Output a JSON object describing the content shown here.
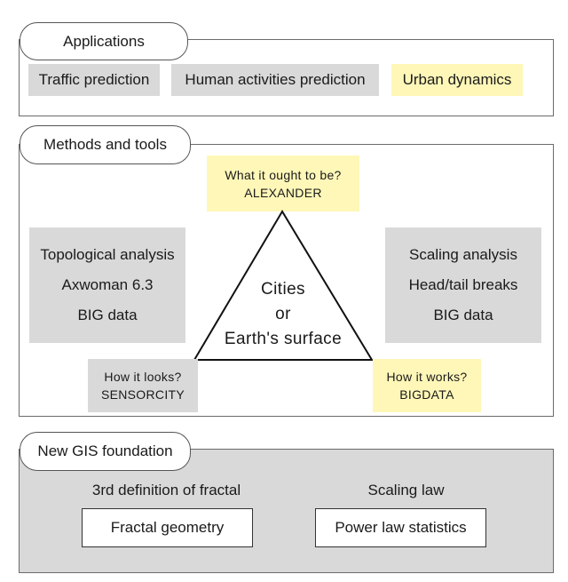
{
  "applications": {
    "title": "Applications",
    "items": [
      "Traffic prediction",
      "Human activities prediction",
      "Urban dynamics"
    ]
  },
  "methods": {
    "title": "Methods and tools",
    "top_note": {
      "line1": "What it ought to be?",
      "line2": "ALEXANDER"
    },
    "left_panel": [
      "Topological analysis",
      "Axwoman 6.3",
      "BIG data"
    ],
    "right_panel": [
      "Scaling analysis",
      "Head/tail breaks",
      "BIG data"
    ],
    "center": [
      "Cities",
      "or",
      "Earth's surface"
    ],
    "bottom_left_note": {
      "line1": "How it looks?",
      "line2": "SENSORCITY"
    },
    "bottom_right_note": {
      "line1": "How it works?",
      "line2": "BIGDATA"
    }
  },
  "foundation": {
    "title": "New GIS foundation",
    "left_caption": "3rd definition of fractal",
    "left_box": "Fractal geometry",
    "right_caption": "Scaling law",
    "right_box": "Power law statistics"
  },
  "colors": {
    "gray_fill": "#d9d9d9",
    "yellow_fill": "#fff7b8",
    "frame": "#6b6b6b"
  }
}
